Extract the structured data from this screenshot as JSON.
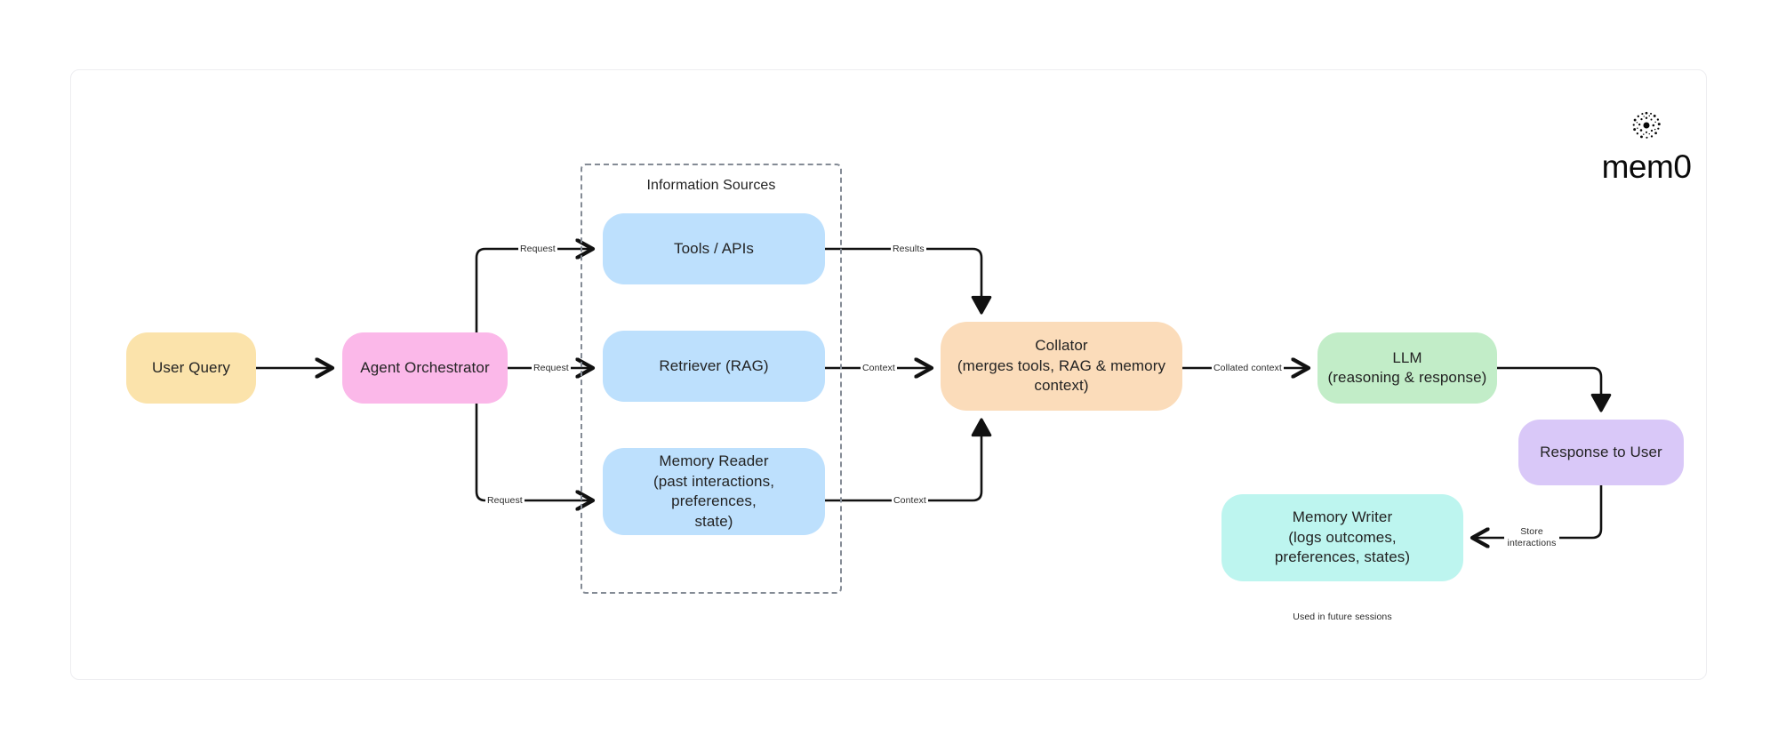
{
  "canvas": {
    "background": "#ffffff",
    "border_color": "#ededf0"
  },
  "brand": {
    "logo_icon": "mem0-dotted-cluster-icon",
    "wordmark": "mem0"
  },
  "group": {
    "title": "Information Sources",
    "border_style": "dashed",
    "border_color": "#848b95"
  },
  "nodes": [
    {
      "id": "user_query",
      "label": "User Query",
      "sublabel": "",
      "color": "#fbe3ab"
    },
    {
      "id": "orchestrator",
      "label": "Agent Orchestrator",
      "sublabel": "",
      "color": "#fbb8e9"
    },
    {
      "id": "tools",
      "label": "Tools / APIs",
      "sublabel": "",
      "color": "#bde0fd"
    },
    {
      "id": "retriever",
      "label": "Retriever (RAG)",
      "sublabel": "",
      "color": "#bde0fd"
    },
    {
      "id": "memory_reader",
      "label": "Memory Reader",
      "sublabel": "(past interactions, preferences, state)",
      "color": "#bde0fd"
    },
    {
      "id": "collator",
      "label": "Collator",
      "sublabel": "(merges tools, RAG & memory context)",
      "color": "#fbdcba"
    },
    {
      "id": "llm",
      "label": "LLM",
      "sublabel": "(reasoning & response)",
      "color": "#c2edc8"
    },
    {
      "id": "response",
      "label": "Response to User",
      "sublabel": "",
      "color": "#d9c8f8"
    },
    {
      "id": "memory_writer",
      "label": "Memory Writer",
      "sublabel": "(logs outcomes, preferences, states)",
      "color": "#bdf5ef"
    }
  ],
  "node_text": {
    "user_query": {
      "line1": "User Query"
    },
    "orchestrator": {
      "line1": "Agent Orchestrator"
    },
    "tools": {
      "line1": "Tools / APIs"
    },
    "retriever": {
      "line1": "Retriever (RAG)"
    },
    "memory_reader": {
      "line1": "Memory Reader",
      "line2": "(past interactions, preferences,",
      "line3": "state)"
    },
    "collator": {
      "line1": "Collator",
      "line2": "(merges tools, RAG & memory",
      "line3": "context)"
    },
    "llm": {
      "line1": "LLM",
      "line2": "(reasoning & response)"
    },
    "response": {
      "line1": "Response to User"
    },
    "memory_writer": {
      "line1": "Memory Writer",
      "line2": "(logs outcomes,",
      "line3": "preferences, states)"
    }
  },
  "edge_labels": {
    "request_tools": "Request",
    "request_retriever": "Request",
    "request_memory": "Request",
    "results": "Results",
    "context_retriever": "Context",
    "context_memory": "Context",
    "collated_context": "Collated context",
    "store_interactions_line1": "Store",
    "store_interactions_line2": "interactions"
  },
  "notes": {
    "future_sessions": "Used in future sessions"
  }
}
